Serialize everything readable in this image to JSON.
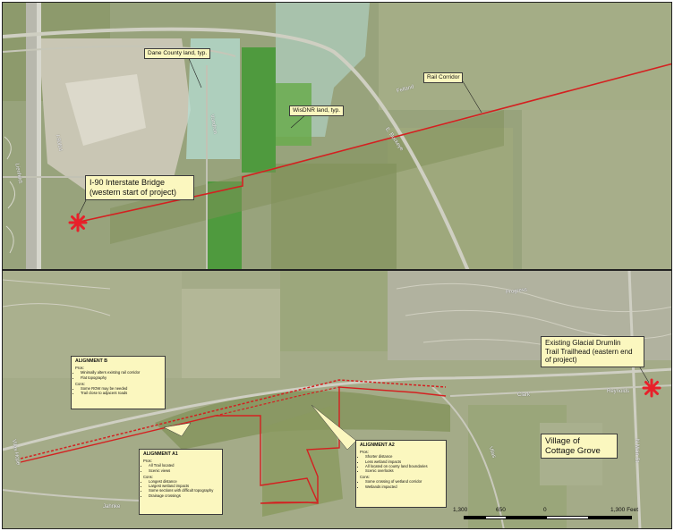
{
  "map": {
    "top_panel": {
      "labels": {
        "dane_county_land": "Dane County land, typ.",
        "wdnr_land": "WisDNR land, typ.",
        "rail_corridor": "Rail Corridor",
        "bridge_line1": "I-90 Interstate Bridge",
        "bridge_line2": "(western start of project)"
      },
      "roads": {
        "lienfeldt": "Lienfeldt",
        "i_90": "I-90/94",
        "buckeye": "E. Buckeye",
        "felland": "Felland",
        "vondron": "Vondron"
      }
    },
    "bottom_panel": {
      "trailhead_line1": "Existing Glacial Drumlin",
      "trailhead_line2": "Trail Trailhead (eastern end",
      "trailhead_line3": "of project)",
      "village_line1": "Village of",
      "village_line2": "Cottage Grove",
      "roads": {
        "progress": "Progress",
        "reynolds": "Reynolds",
        "n_main": "N Main St",
        "clark": "Clark",
        "vilas": "Vilas",
        "jahnke": "Jahnke",
        "vilas_hope": "Vilas Hope"
      },
      "alignment_b": {
        "title": "ALIGNMENT B",
        "pros_label": "Pros:",
        "pros": [
          "Minimally alters existing rail corridor",
          "Flat topography"
        ],
        "cons_label": "Cons:",
        "cons": [
          "Some ROW may be needed",
          "Trail close to adjacent roads"
        ]
      },
      "alignment_a1": {
        "title": "ALIGNMENT A1",
        "pros_label": "Pros:",
        "pros": [
          "All Trail located",
          "Scenic views"
        ],
        "cons_label": "Cons:",
        "cons": [
          "Longest distance",
          "Largest wetland impacts",
          "Some sections with difficult topography",
          "Drainage crossings"
        ]
      },
      "alignment_a2": {
        "title": "ALIGNMENT A2",
        "pros_label": "Pros:",
        "pros": [
          "Shorter distance",
          "Less wetland impacts",
          "All located on county land boundaries",
          "Scenic overlooks"
        ],
        "cons_label": "Cons:",
        "cons": [
          "Some crossing of wetland corridor",
          "Wetlands impacted"
        ]
      }
    },
    "scale_bar": {
      "ticks": [
        "1,300",
        "650",
        "0",
        "1,300 Feet"
      ]
    },
    "colors": {
      "rail_line": "#d42020",
      "marker": "#e8202a",
      "callout_fill": "#fbf7bf",
      "aerial_base": "#97a27a",
      "wdnr_land": "#4f9a3e",
      "county_land": "#b6ddd3"
    },
    "icons": {
      "project_marker": "red-asterisk-icon"
    }
  }
}
